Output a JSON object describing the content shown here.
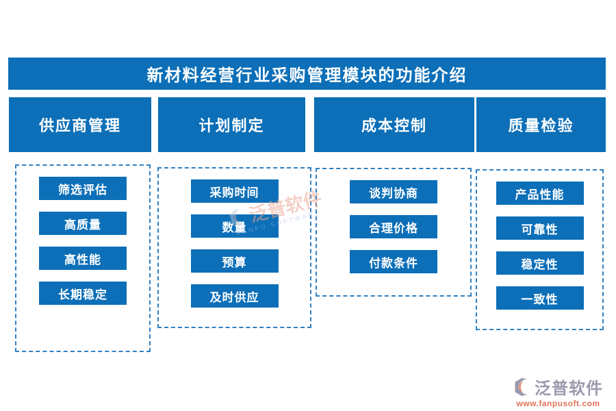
{
  "title": "新材料经营行业采购管理模块的功能介绍",
  "columns": [
    {
      "header": "供应商管理",
      "items": [
        "筛选评估",
        "高质量",
        "高性能",
        "长期稳定"
      ]
    },
    {
      "header": "计划制定",
      "items": [
        "采购时间",
        "数量",
        "预算",
        "及时供应"
      ]
    },
    {
      "header": "成本控制",
      "items": [
        "谈判协商",
        "合理价格",
        "付款条件"
      ]
    },
    {
      "header": "质量检验",
      "items": [
        "产品性能",
        "可靠性",
        "稳定性",
        "一致性"
      ]
    }
  ],
  "watermark": {
    "text": "泛普软件",
    "subtext": "FANPU SOFTWARE"
  },
  "logo": {
    "name": "泛普软件",
    "url": "www.fanpusoft.com"
  },
  "colors": {
    "primary_blue": "#0c6fb8",
    "dashed_border": "#2e7fc2",
    "logo_gray": "#9a9aae",
    "logo_coral": "#dd7257"
  }
}
